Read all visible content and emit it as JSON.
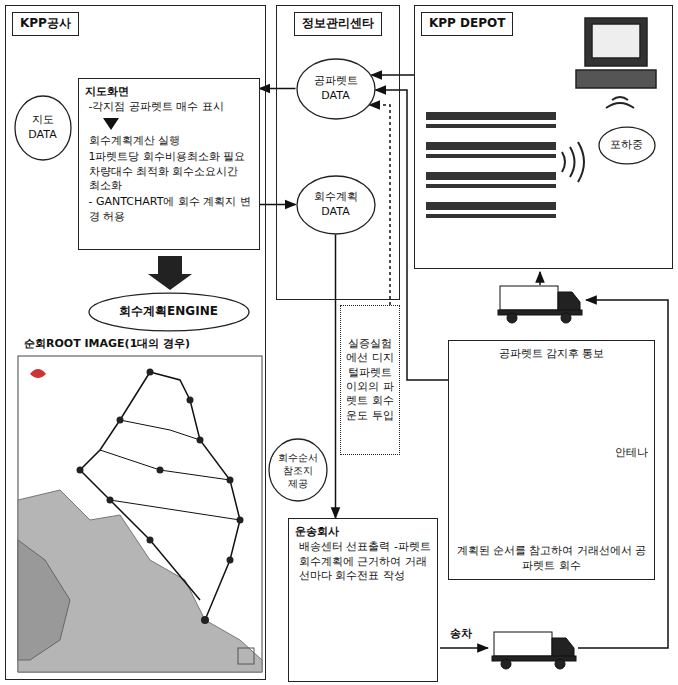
{
  "diagram": {
    "nodes": [
      {
        "text": [
          "KPP공사"
        ]
      },
      {
        "text": [
          "지도 DATA"
        ],
        "in": 0
      },
      {
        "text": [
          "지도화면",
          "-각지점 공파렛트 매수 표시",
          "회수계획계산 실행",
          "1파렛트당 회수비용최소화 필요차량대수 최적화 회수소요시간 최소화",
          "- GANTCHART에 회수 계획지 변경 허용"
        ],
        "in": 0
      },
      {
        "text": [
          "회수계획ENGINE"
        ],
        "in": 0
      },
      {
        "text": [
          "정보관리센타"
        ]
      },
      {
        "text": [
          "공파렛트 DATA"
        ],
        "in": 4
      },
      {
        "text": [
          "회수계획 DATA"
        ],
        "in": 4
      },
      {
        "text": [
          "KPP DEPOT"
        ]
      },
      {
        "text": [
          "포하중"
        ],
        "in": 7
      },
      {
        "text": [
          "실증실험에선 디지털파렛트 이외의 파렛트 회수운도 투입"
        ]
      },
      {
        "text": [
          "회수순서 참조지 제공"
        ]
      },
      {
        "text": [
          "운송회사",
          "배송센터 선표출력 -파렛트회수계획에 근거하여 거래선마다 회수전표 작성"
        ]
      },
      {
        "text": [
          "공파렛트 감지후 통보",
          "안테나",
          "계획된 순서를 참고하여 거래선에서 공파렛트 회수"
        ]
      }
    ],
    "edges": [
      {
        "from": 5,
        "to": 2,
        "arrow": "to"
      },
      {
        "from": 2,
        "to": 6,
        "arrow": "to"
      },
      {
        "from": 6,
        "to": 11,
        "arrow": "to"
      },
      {
        "from": 9,
        "to": 5,
        "arrow": "to"
      },
      {
        "from": 7,
        "to": 5,
        "arrow": "to"
      },
      {
        "from": 12,
        "to": 5,
        "arrow": "to"
      }
    ],
    "labels": [
      "순회ROOT IMAGE(1대의 경우)",
      "송차"
    ]
  }
}
